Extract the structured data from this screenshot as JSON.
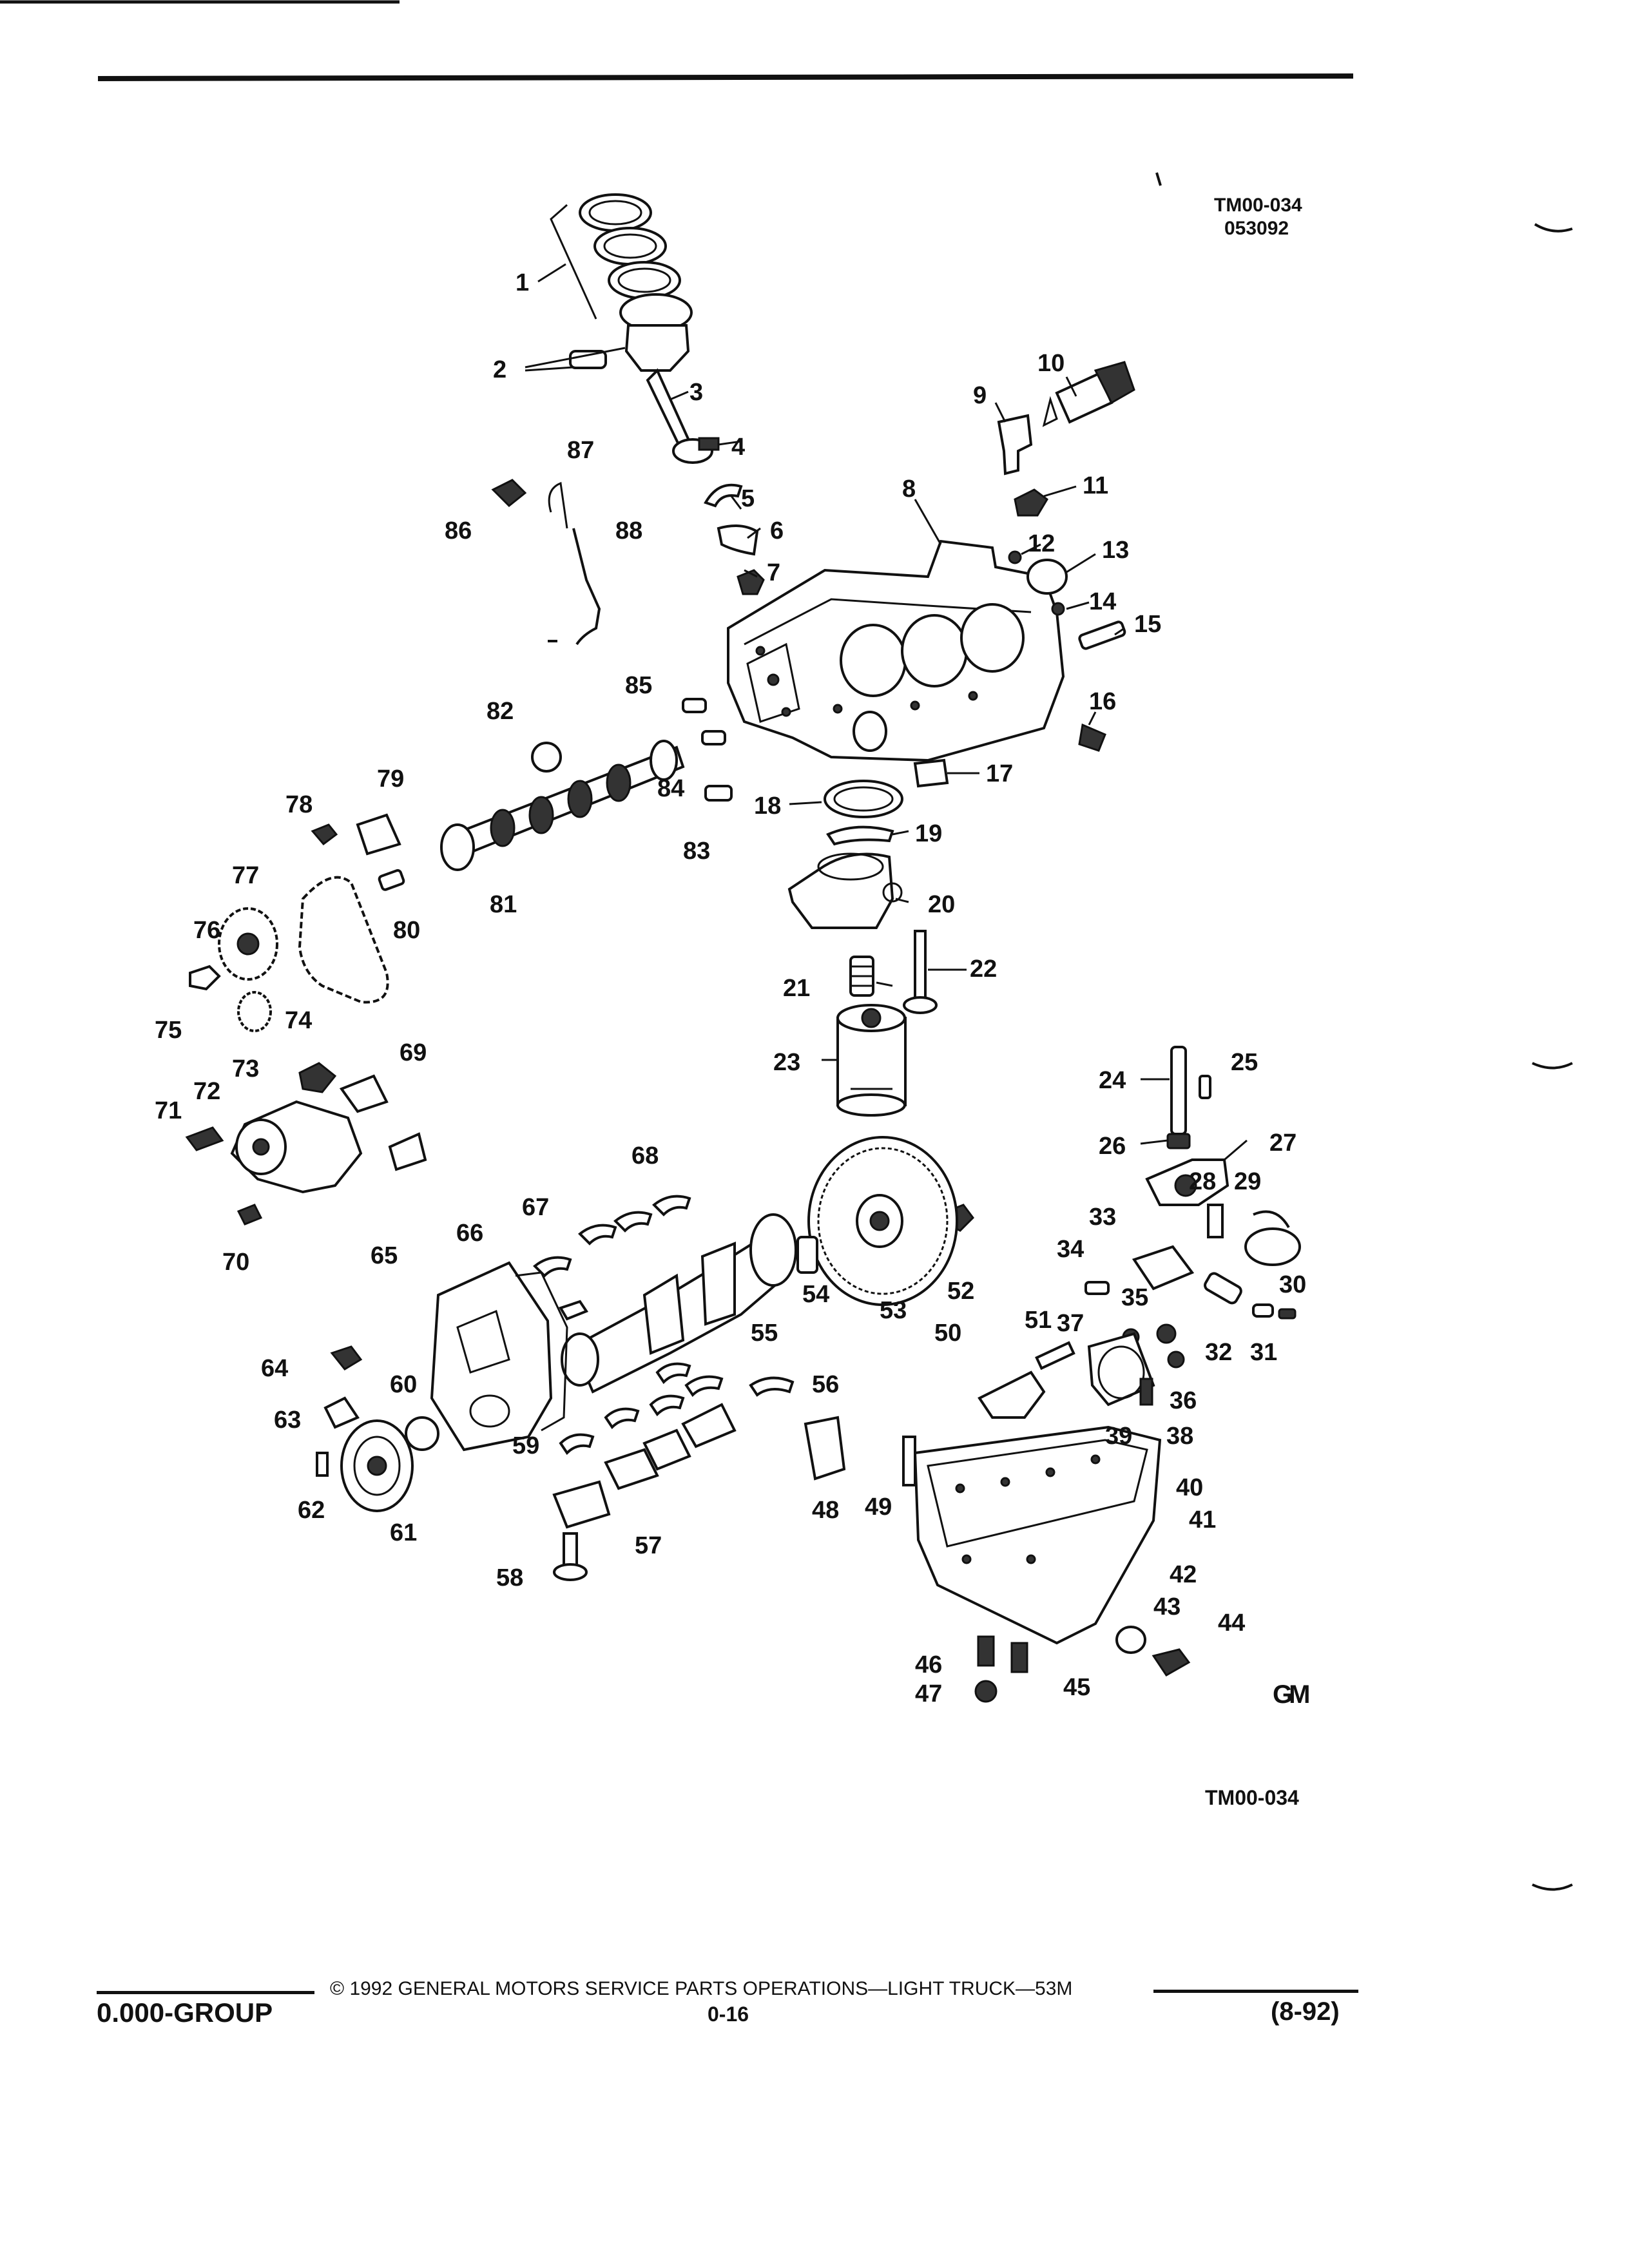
{
  "figure": {
    "id_top": "TM00-034",
    "date_code": "053092",
    "id_bottom": "TM00-034",
    "logo_text": "GM"
  },
  "footer": {
    "group": "0.000-GROUP",
    "copyright": "© 1992 GENERAL MOTORS SERVICE PARTS OPERATIONS—LIGHT TRUCK—53M",
    "page": "0-16",
    "revision": "(8-92)"
  },
  "callouts": [
    "1",
    "2",
    "3",
    "4",
    "5",
    "6",
    "7",
    "8",
    "9",
    "10",
    "11",
    "12",
    "13",
    "14",
    "15",
    "16",
    "17",
    "18",
    "19",
    "20",
    "21",
    "22",
    "23",
    "24",
    "25",
    "26",
    "27",
    "28",
    "29",
    "30",
    "31",
    "32",
    "33",
    "34",
    "35",
    "36",
    "37",
    "38",
    "39",
    "40",
    "41",
    "42",
    "43",
    "44",
    "45",
    "46",
    "47",
    "48",
    "49",
    "50",
    "51",
    "52",
    "53",
    "54",
    "55",
    "56",
    "57",
    "58",
    "59",
    "60",
    "61",
    "62",
    "63",
    "64",
    "65",
    "66",
    "67",
    "68",
    "69",
    "70",
    "71",
    "72",
    "73",
    "74",
    "75",
    "76",
    "77",
    "78",
    "79",
    "80",
    "81",
    "82",
    "83",
    "84",
    "85",
    "86",
    "87",
    "88"
  ]
}
